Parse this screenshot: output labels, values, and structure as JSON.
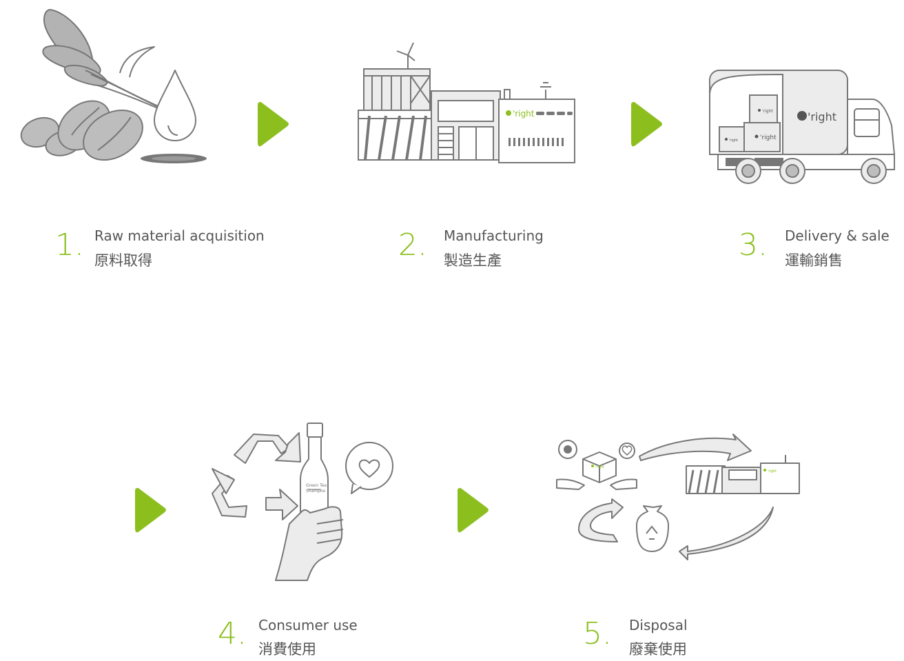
{
  "steps": [
    {
      "number": "1.",
      "label_en": "Raw material acquisition",
      "label_zh": "原料取得"
    },
    {
      "number": "2.",
      "label_en": "Manufacturing",
      "label_zh": "製造生產"
    },
    {
      "number": "3.",
      "label_en": "Delivery & sale",
      "label_zh": "運輸銷售"
    },
    {
      "number": "4.",
      "label_en": "Consumer use",
      "label_zh": "消費使用"
    },
    {
      "number": "5.",
      "label_en": "Disposal",
      "label_zh": "廢棄使用"
    }
  ],
  "brand": {
    "name": "O'right",
    "truck_logo": "'right"
  },
  "bottle": {
    "line1": "Green Tea",
    "line2": "Shampoo"
  },
  "colors": {
    "accent": "#8cbf1e",
    "line": "#777777",
    "fill": "#bdbdbd",
    "light": "#ececec"
  },
  "icons": [
    "plant-and-beans-icon",
    "factory-icon",
    "delivery-truck-icon",
    "recycle-bottle-icon",
    "disposal-cycle-icon",
    "arrow-right-icon"
  ]
}
